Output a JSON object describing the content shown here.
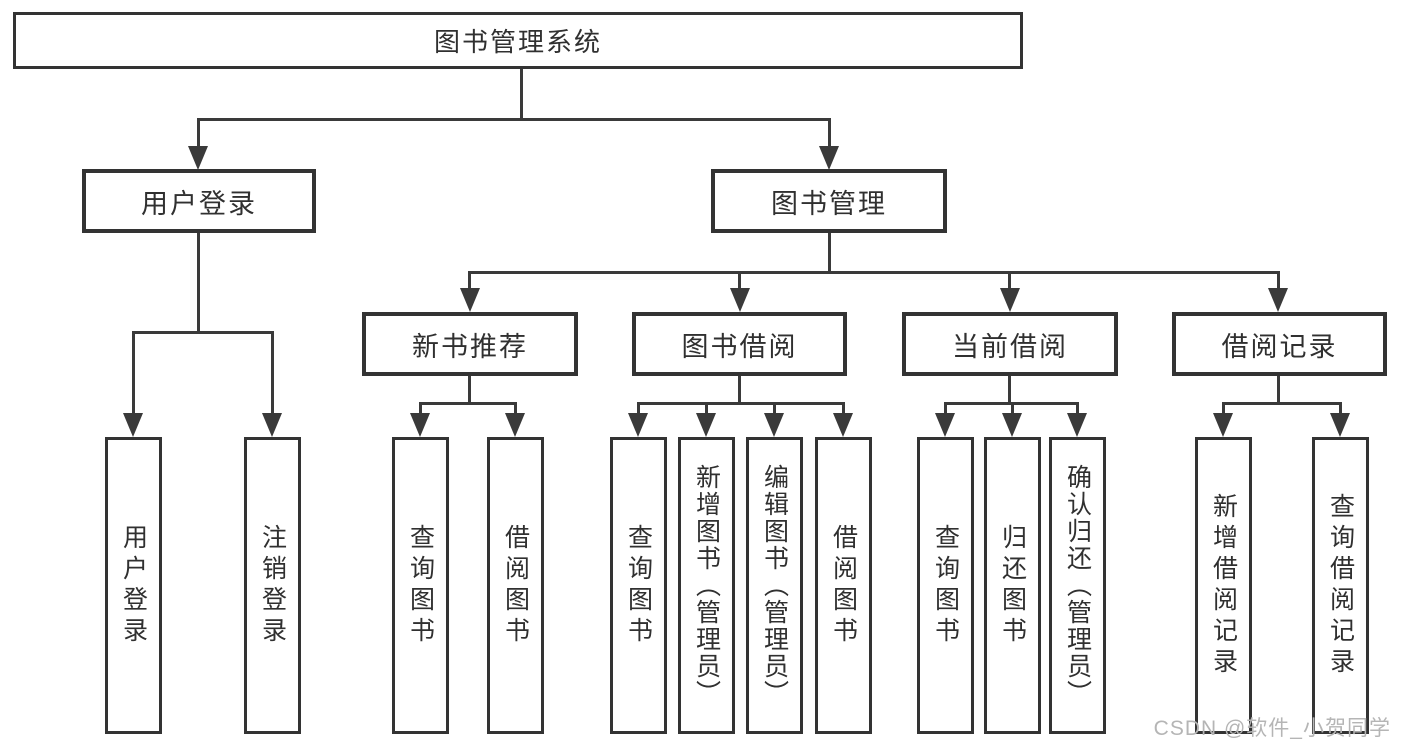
{
  "colors": {
    "line": "#3a3a3a",
    "box_border": "#333333",
    "text": "#303030",
    "watermark": "#b5b5b5",
    "background": "#ffffff"
  },
  "tree": {
    "root": "图书管理系统",
    "children": [
      {
        "label": "用户登录",
        "children": [
          {
            "label": "用户登录"
          },
          {
            "label": "注销登录"
          }
        ]
      },
      {
        "label": "图书管理",
        "children": [
          {
            "label": "新书推荐",
            "children": [
              {
                "label": "查询图书"
              },
              {
                "label": "借阅图书"
              }
            ]
          },
          {
            "label": "图书借阅",
            "children": [
              {
                "label": "查询图书"
              },
              {
                "label": "新增图书（管理员）"
              },
              {
                "label": "编辑图书（管理员）"
              },
              {
                "label": "借阅图书"
              }
            ]
          },
          {
            "label": "当前借阅",
            "children": [
              {
                "label": "查询图书"
              },
              {
                "label": "归还图书"
              },
              {
                "label": "确认归还（管理员）"
              }
            ]
          },
          {
            "label": "借阅记录",
            "children": [
              {
                "label": "新增借阅记录"
              },
              {
                "label": "查询借阅记录"
              }
            ]
          }
        ]
      }
    ]
  },
  "watermark": {
    "text": "CSDN @软件_小贺同学"
  }
}
